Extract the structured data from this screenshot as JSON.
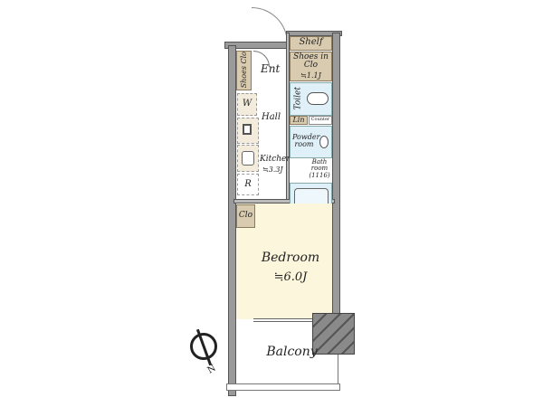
{
  "rooms": {
    "shelf": "Shelf",
    "shoes_in_clo": "Shoes in Clo",
    "shoes_in_clo_area": "≒1.1J",
    "shoes_clo": "Shoes Clo",
    "ent": "Ent",
    "toilet": "Toilet",
    "w": "W",
    "hall": "Hall",
    "lin": "Lin",
    "counter": "Counter",
    "powder_room": "Powder room",
    "kitchen": "Kitchen",
    "kitchen_area": "≒3.3J",
    "bath_room": "Bath room (1116)",
    "r": "R",
    "clo": "Clo",
    "bedroom": "Bedroom",
    "bedroom_area": "≒6.0J",
    "balcony": "Balcony"
  },
  "compass": "N",
  "colors": {
    "bedroom": "#fbf6dc",
    "wet_area": "#dff0f8",
    "storage": "#d9cbb0",
    "wall": "#9a9a9a"
  }
}
